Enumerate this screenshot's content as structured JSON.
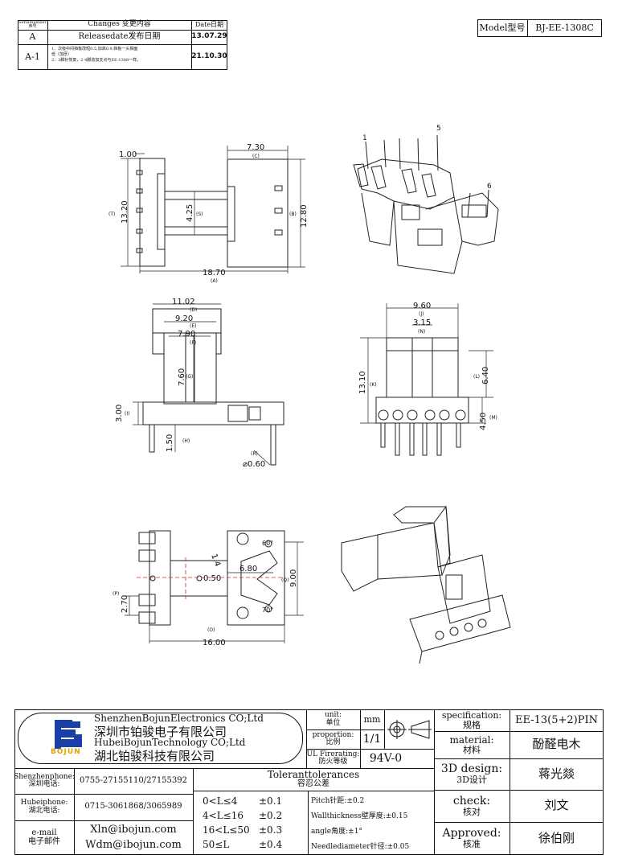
{
  "revision": {
    "headers": {
      "serial": "Serialnumber序号",
      "changes": "Changes 变更内容",
      "date": "Date日期"
    },
    "rows": [
      {
        "serial": "A",
        "change": "Releasedate发布日期",
        "date": "13.07.29"
      },
      {
        "serial": "A-1",
        "change_lines": [
          "1、次级中间挡板改短0.5,加高0.9,挡板一头相面",
          "低（加厚）",
          "2：3脚针恢复，2 4脚造加支点与EE-1308一样。"
        ],
        "date": "21.10.30"
      }
    ]
  },
  "model": {
    "label": "Model型号",
    "value": "BJ-EE-1308C"
  },
  "dimensions": {
    "d100": "1.00",
    "d730": "7.30",
    "dC": "(C)",
    "dT": "(T)",
    "d1320": "13.20",
    "d425": "4.25",
    "dS": "(S)",
    "dB": "(B)",
    "d1280": "12.80",
    "d1870": "18.70",
    "dA": "(A)",
    "d1102": "11.02",
    "dD": "(D)",
    "d920": "9.20",
    "dE": "(E)",
    "d790": "7.90",
    "dF": "(F)",
    "d760": "7.60",
    "dG": "(G)",
    "d300": "3.00",
    "dI": "(I)",
    "d150": "1.50",
    "dH": "(H)",
    "dR": "(R)",
    "d060": "⌀0.60",
    "d960": "9.60",
    "dJ": "(J)",
    "d315": "3.15",
    "dN": "(N)",
    "d1310": "13.10",
    "dK": "(K)",
    "d640": "6.40",
    "dL": "(L)",
    "d450": "4.50",
    "dM": "(M)",
    "d14": "1.4",
    "d60": "60°",
    "d050": "0.50",
    "d680": "6.80",
    "dQ": "(Q)",
    "d900": "9.00",
    "dP": "(P)",
    "d270": "2.70",
    "d1600": "16.00",
    "dO": "(O)",
    "d70": "70°",
    "pin1": "1",
    "pin5": "5",
    "pin6": "6"
  },
  "company": {
    "name_en_1": "ShenzhenBojunElectronics CO;Ltd",
    "name_cn_1": "深圳市铂骏电子有限公司",
    "name_en_2": "HubeiBojunTechnology CO;Ltd",
    "name_cn_2": "湖北铂骏科技有限公司",
    "logo_text": "BOJUN"
  },
  "specs": {
    "unit_label": "unit:",
    "unit_label_cn": "单位",
    "unit_value": "mm",
    "proportion_label": "proportion:",
    "proportion_label_cn": "比例",
    "proportion_value": "1/1",
    "ul_label": "UL Firerating:",
    "ul_label_cn": "防火等级",
    "ul_value": "94V-0",
    "spec_label": "specification:",
    "spec_label_cn": "规格",
    "spec_value": "EE-13(5+2)PIN",
    "material_label": "material:",
    "material_label_cn": "材料",
    "material_value": "酚醛电木",
    "design_label": "3D design:",
    "design_label_cn": "3D设计",
    "design_value": "蒋光燚",
    "check_label": "check:",
    "check_label_cn": "核对",
    "check_value": "刘文",
    "approved_label": "Approved:",
    "approved_label_cn": "核准",
    "approved_value": "徐伯刚"
  },
  "contacts": {
    "sz_label": "Shenzhenphone:",
    "sz_label_cn": "深圳电话:",
    "sz_value": "0755-27155110/27155392",
    "hb_label": "Hubeiphone:",
    "hb_label_cn": "湖北电话:",
    "hb_value": "0715-3061868/3065989",
    "email_label": "e-mail",
    "email_label_cn": "电子邮件",
    "email_1": "Xln@ibojun.com",
    "email_2": "Wdm@ibojun.com"
  },
  "tolerances": {
    "title": "Toleranttolerances",
    "title_cn": "容忍公差",
    "rows": [
      {
        "range": "0<L≤4",
        "tol": "±0.1"
      },
      {
        "range": "4<L≤16",
        "tol": "±0.2"
      },
      {
        "range": "16<L≤50",
        "tol": "±0.3"
      },
      {
        "range": "50≤L",
        "tol": "±0.4"
      }
    ],
    "notes": [
      "Pitch针距:±0.2",
      "Wallthickness壁厚度:±0.15",
      "angle角度:±1°",
      "Needlediameter针径:±0.05"
    ]
  }
}
